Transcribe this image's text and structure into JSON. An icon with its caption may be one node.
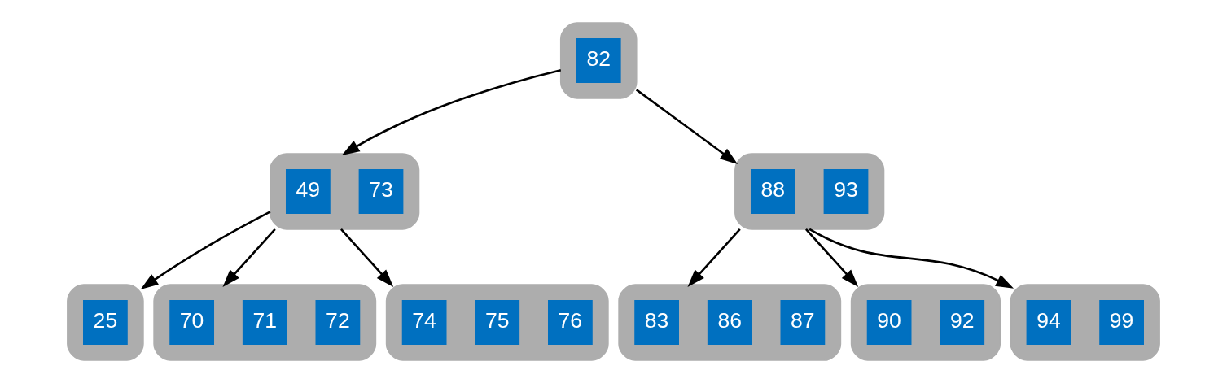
{
  "diagram": {
    "nodes": [
      {
        "text": [],
        "shape": "box"
      },
      {
        "text": [
          "82"
        ],
        "in": 0
      },
      {
        "text": [],
        "shape": "box"
      },
      {
        "text": [
          "49"
        ],
        "in": 2
      },
      {
        "text": [
          "73"
        ],
        "in": 2
      },
      {
        "text": [],
        "shape": "box"
      },
      {
        "text": [
          "88"
        ],
        "in": 5
      },
      {
        "text": [
          "93"
        ],
        "in": 5
      },
      {
        "text": [],
        "shape": "box"
      },
      {
        "text": [
          "25"
        ],
        "in": 8
      },
      {
        "text": [],
        "shape": "box"
      },
      {
        "text": [
          "70"
        ],
        "in": 10
      },
      {
        "text": [
          "71"
        ],
        "in": 10
      },
      {
        "text": [
          "72"
        ],
        "in": 10
      },
      {
        "text": [],
        "shape": "box"
      },
      {
        "text": [
          "74"
        ],
        "in": 14
      },
      {
        "text": [
          "75"
        ],
        "in": 14
      },
      {
        "text": [
          "76"
        ],
        "in": 14
      },
      {
        "text": [],
        "shape": "box"
      },
      {
        "text": [
          "83"
        ],
        "in": 18
      },
      {
        "text": [
          "86"
        ],
        "in": 18
      },
      {
        "text": [
          "87"
        ],
        "in": 18
      },
      {
        "text": [],
        "shape": "box"
      },
      {
        "text": [
          "90"
        ],
        "in": 22
      },
      {
        "text": [
          "92"
        ],
        "in": 22
      },
      {
        "text": [],
        "shape": "box"
      },
      {
        "text": [
          "94"
        ],
        "in": 25
      },
      {
        "text": [
          "99"
        ],
        "in": 25
      }
    ],
    "edges": [
      {
        "from": 0,
        "to": 2,
        "arrow": "to"
      },
      {
        "from": 0,
        "to": 5,
        "arrow": "to"
      },
      {
        "from": 2,
        "to": 8,
        "arrow": "to"
      },
      {
        "from": 2,
        "to": 10,
        "arrow": "to"
      },
      {
        "from": 2,
        "to": 14,
        "arrow": "to"
      },
      {
        "from": 5,
        "to": 18,
        "arrow": "to"
      },
      {
        "from": 5,
        "to": 22,
        "arrow": "to"
      },
      {
        "from": 5,
        "to": 25,
        "arrow": "to"
      }
    ]
  }
}
